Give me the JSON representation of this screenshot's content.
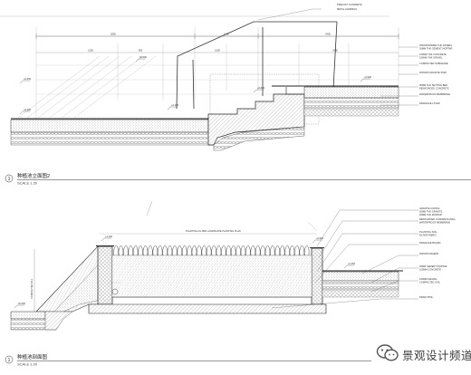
{
  "panels": [
    {
      "number": "1",
      "title": "种植池立面图2",
      "scale": "SCALE 1:20",
      "notes_top": [
        "PRECAST CONCRETE",
        "METAL HANDRAIL"
      ],
      "notes_right": [
        "300X300X50MM THK PAVERS",
        "30MM THK CEMENT MORTAR",
        "100MM THK CONCRETE",
        "150MM THK GRAVEL",
        "COMPACTED SUBGRADE",
        "200X300 GRANITE STEP",
        "30MM THK SETTING BED",
        "REINFORCED CONCRETE",
        "WATERPROOF MEMBRANE",
        "DRAINAGE LAYER"
      ],
      "dims_top": [
        "2650",
        "1200",
        "3400"
      ],
      "dims_mid": [
        "1200",
        "900",
        "1500",
        "2400"
      ],
      "level_tags": [
        "+0.450",
        "+0.300",
        "+0.150",
        "±0.000",
        "+0.600",
        "+0.900"
      ]
    },
    {
      "number": "1",
      "title": "种植池剖面图",
      "scale": "SCALE 1:20",
      "notes_top": [
        "PLANTING AS PER LANDSCAPE PLANTING PLAN"
      ],
      "notes_right": [
        "GRANITE COPING",
        "50MM THK GRANITE",
        "20MM THK MORTAR",
        "REINFORCED CONCRETE WALL",
        "WATERPROOF MEMBRANE",
        "PLANTING SOIL",
        "FILTER FABRIC",
        "DRAINAGE BOARD",
        "300X300 PAVERS",
        "30MM CEMENT MORTAR",
        "100MM CONCRETE",
        "150MM GRAVEL",
        "COMPACTED SOIL",
        "DRAIN PIPE"
      ],
      "side_label": "COMPACTED FILL",
      "level_tags": [
        "+1.200",
        "+0.450",
        "±0.000",
        "+0.900"
      ]
    }
  ],
  "watermark": {
    "text": "景观设计频道",
    "icon": "wechat-channel-icon"
  }
}
